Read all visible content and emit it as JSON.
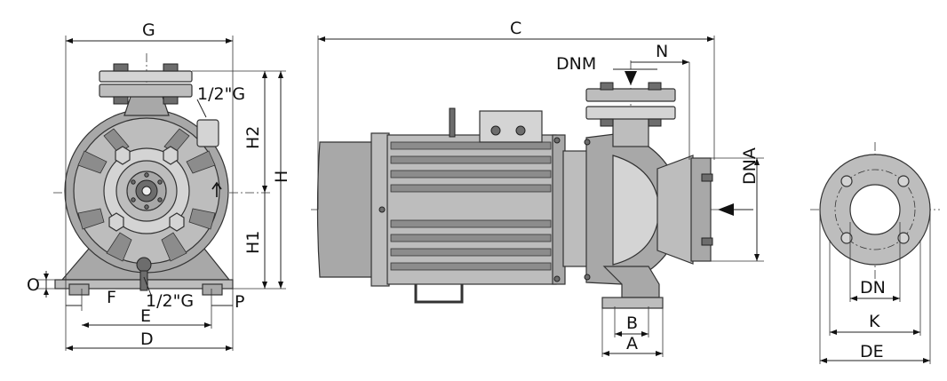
{
  "labels": {
    "G": "G",
    "C": "C",
    "N": "N",
    "DNM": "DNM",
    "half_inch_top": "1/2\"G",
    "H2": "H2",
    "H": "H",
    "H1": "H1",
    "DNA": "DNA",
    "O": "O",
    "F": "F",
    "half_inch_bottom": "1/2\"G",
    "P": "P",
    "E": "E",
    "D": "D",
    "B": "B",
    "A": "A",
    "DN": "DN",
    "K": "K",
    "DE": "DE"
  },
  "colors": {
    "pump_body": "#bdbdbd",
    "pump_shadow": "#a8a8a8",
    "background": "#ffffff",
    "lines": "#222222"
  }
}
